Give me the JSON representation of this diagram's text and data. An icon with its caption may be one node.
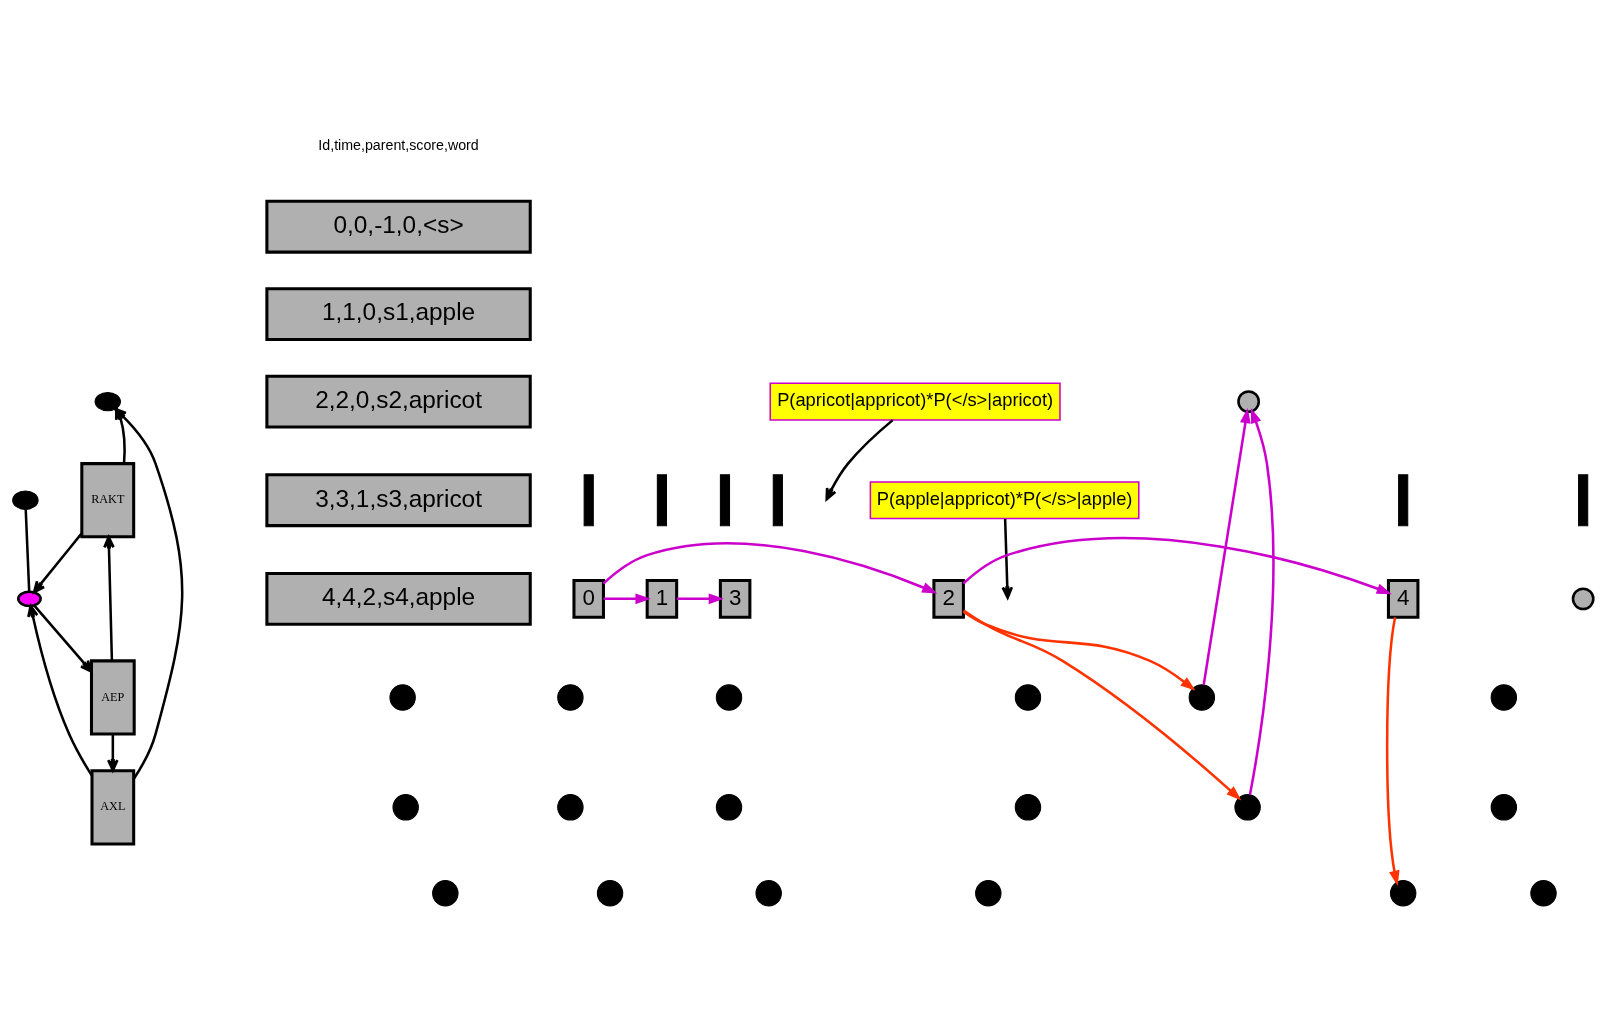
{
  "diagram": {
    "nodes": [
      {
        "text": [],
        "shape": "ellipse"
      },
      {
        "text": [
          "RAKT"
        ]
      },
      {
        "text": [
          "AXL"
        ]
      },
      {
        "text": [
          "AEP"
        ]
      },
      {
        "text": [],
        "shape": "ellipse"
      },
      {
        "text": [],
        "shape": "ellipse"
      },
      {
        "text": [
          "0,0,-1,0,<s>"
        ]
      },
      {
        "text": [
          "1,1,0,s1,apple"
        ]
      },
      {
        "text": [
          "2,2,0,s2,apricot"
        ]
      },
      {
        "text": [
          "3,3,1,s3,apricot"
        ]
      },
      {
        "text": [
          "4,4,2,s4,apple"
        ]
      },
      {
        "text": [
          "P(apricot|appricot)*P(</s>|apricot)"
        ]
      },
      {
        "text": [
          "P(apple|appricot)*P(</s>|apple)"
        ]
      },
      {
        "text": [],
        "shape": "circle"
      },
      {
        "text": [],
        "shape": "circle"
      },
      {
        "text": [],
        "shape": "circle"
      },
      {
        "text": [],
        "shape": "circle"
      },
      {
        "text": [],
        "shape": "circle"
      },
      {
        "text": [],
        "shape": "circle"
      },
      {
        "text": [],
        "shape": "circle"
      },
      {
        "text": [],
        "shape": "circle"
      },
      {
        "text": [],
        "shape": "circle"
      },
      {
        "text": [],
        "shape": "circle"
      },
      {
        "text": [],
        "shape": "circle"
      },
      {
        "text": [],
        "shape": "circle"
      },
      {
        "text": [],
        "shape": "circle"
      },
      {
        "text": [],
        "shape": "circle"
      },
      {
        "text": [],
        "shape": "circle"
      },
      {
        "text": [],
        "shape": "circle"
      },
      {
        "text": [],
        "shape": "circle"
      },
      {
        "text": [],
        "shape": "circle"
      },
      {
        "text": [],
        "shape": "circle"
      },
      {
        "text": [
          "0"
        ]
      },
      {
        "text": [],
        "shape": "circle"
      },
      {
        "text": [
          "1"
        ]
      },
      {
        "text": [
          "2"
        ]
      },
      {
        "text": [
          "3"
        ]
      },
      {
        "text": [
          "4"
        ]
      },
      {
        "text": [],
        "shape": "bar"
      },
      {
        "text": [],
        "shape": "bar"
      },
      {
        "text": [],
        "shape": "bar"
      },
      {
        "text": [],
        "shape": "bar"
      },
      {
        "text": [],
        "shape": "bar"
      },
      {
        "text": [],
        "shape": "bar"
      }
    ],
    "edges": [
      {
        "from": 3,
        "to": 2,
        "arrow": "to"
      },
      {
        "from": 2,
        "to": 0,
        "arrow": "to"
      },
      {
        "from": 1,
        "to": 0,
        "arrow": "to"
      },
      {
        "from": 3,
        "to": 1,
        "arrow": "to"
      },
      {
        "from": 4,
        "to": 3,
        "arrow": "to"
      },
      {
        "from": 5,
        "to": 4,
        "arrow": "none"
      },
      {
        "from": 1,
        "to": 4,
        "arrow": "to"
      },
      {
        "from": 2,
        "to": 4,
        "arrow": "to"
      },
      {
        "from": 11,
        "to": null,
        "arrow": "to"
      },
      {
        "from": 12,
        "to": null,
        "arrow": "to"
      },
      {
        "from": 32,
        "to": 34,
        "arrow": "to",
        "color": "#cc00cc"
      },
      {
        "from": 32,
        "to": 35,
        "arrow": "to",
        "color": "#cc00cc"
      },
      {
        "from": 34,
        "to": 36,
        "arrow": "to",
        "color": "#cc00cc"
      },
      {
        "from": 35,
        "to": 37,
        "arrow": "to",
        "color": "#cc00cc"
      },
      {
        "from": 35,
        "to": 19,
        "arrow": "to",
        "color": "#ff3300"
      },
      {
        "from": 35,
        "to": 25,
        "arrow": "to",
        "color": "#ff3300"
      },
      {
        "from": 37,
        "to": 31,
        "arrow": "to",
        "color": "#ff3300"
      },
      {
        "from": 19,
        "to": 13,
        "arrow": "to",
        "color": "#cc00cc"
      },
      {
        "from": 25,
        "to": 13,
        "arrow": "to",
        "color": "#cc00cc"
      }
    ],
    "labels": [
      "Id,time,parent,score,word"
    ]
  }
}
